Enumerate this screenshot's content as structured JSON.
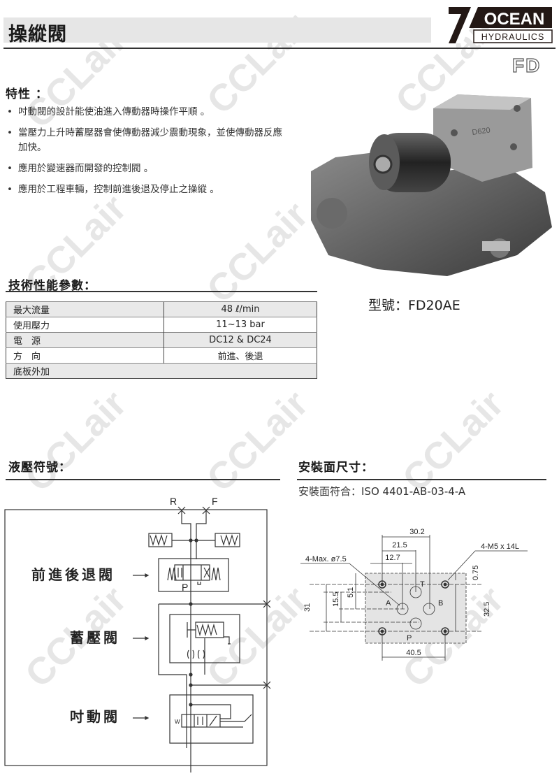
{
  "header": {
    "title": "操縱閥",
    "brand_top": "OCEAN",
    "brand_bottom": "HYDRAULICS",
    "series": "FD"
  },
  "features": {
    "heading": "特性 ：",
    "items": [
      "吋動閥的設計能使油進入傳動器時操作平順 。",
      "當壓力上升時蓄壓器會使傳動器減少震動現象，並使傳動器反應加快。",
      "應用於變速器而開發的控制閥 。",
      "應用於工程車輛，控制前進後退及停止之操縱 。"
    ]
  },
  "photo": {
    "model_label": "型號：FD20AE",
    "stamp": "D620"
  },
  "specs": {
    "heading": "技術性能參數：",
    "rows": [
      {
        "label": "最大流量",
        "value": "48 ℓ/min"
      },
      {
        "label": "使用壓力",
        "value": "11~13 bar"
      },
      {
        "label": "電　源",
        "value": "DC12 & DC24"
      },
      {
        "label": "方　向",
        "value": "前進、後退"
      },
      {
        "label": "底板外加",
        "value": ""
      }
    ]
  },
  "schematic": {
    "heading": "液壓符號：",
    "port_r": "R",
    "port_f": "F",
    "port_p": "P",
    "port_w": "W",
    "labels": [
      "前進後退閥",
      "蓄壓閥",
      "吋動閥"
    ]
  },
  "mounting": {
    "heading": "安裝面尺寸：",
    "note": "安裝面符合：ISO 4401-AB-03-4-A",
    "dims": {
      "d1": "30.2",
      "d2": "21.5",
      "d3": "12.7",
      "d4": "4-Max. ø7.5",
      "d5": "4-M5 x 14L",
      "d6": "0.75",
      "d7": "15.5",
      "d8": "5.1",
      "d9": "31",
      "d10": "32.5",
      "d11": "40.5"
    },
    "ports": {
      "a": "A",
      "b": "B",
      "t": "T",
      "p": "P"
    }
  },
  "watermark": "CCLair"
}
